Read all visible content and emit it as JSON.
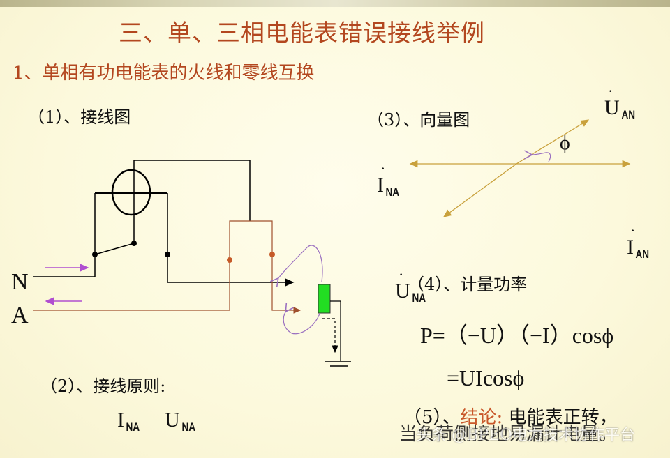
{
  "slide": {
    "title": "三、单、三相电能表错误接线举例",
    "subtitle": "1、单相有功电能表的火线和零线互换",
    "sections": {
      "wiring_diagram": "（1）、接线图",
      "wiring_principle": "（2）、接线原则:",
      "vector_diagram": "（3）、向量图",
      "metered_power": "（4）、计量功率",
      "conclusion_prefix": "（5）、",
      "conclusion_label": "结论:",
      "conclusion_text": "电能表正转，"
    },
    "principle_symbols": [
      {
        "main": "I",
        "sub": "NA"
      },
      {
        "main": "U",
        "sub": "NA"
      }
    ],
    "formula": {
      "line1": "P=（−U）（−I）cosϕ",
      "line2": "=UIcosϕ"
    },
    "vector_labels": {
      "u_an": {
        "main": "U",
        "sub": "AN"
      },
      "i_na": {
        "main": "I",
        "sub": "NA"
      },
      "i_an": {
        "main": "I",
        "sub": "AN"
      },
      "u_na": {
        "main": "U",
        "sub": "NA"
      },
      "phi": "ϕ"
    },
    "terminals": {
      "n": "N",
      "a": "A"
    },
    "bottom_overlay": {
      "line_text": "当负荷侧接地易漏计电量。",
      "watermark": "头条 @BPEO电力技术协作平台"
    },
    "colors": {
      "title": "#b3471f",
      "vector": "#c9a13c",
      "wire_brown": "#a0502d",
      "arrow_purple": "#b04fd0",
      "load_green": "#22dd22"
    }
  }
}
